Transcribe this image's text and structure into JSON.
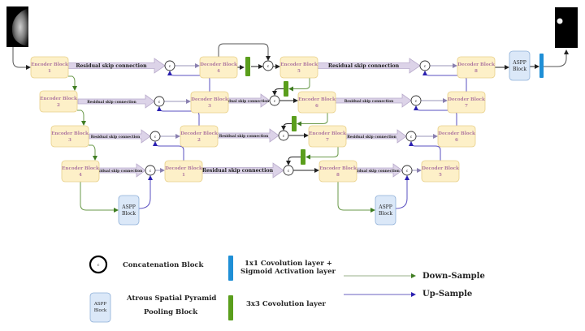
{
  "title": "Encoder-decoder segmentation network with residual skip connections and ASPP",
  "blocks": {
    "encoders": [
      {
        "label": "Encoder Block",
        "num": "1"
      },
      {
        "label": "Encoder Block",
        "num": "2"
      },
      {
        "label": "Encoder Block",
        "num": "3"
      },
      {
        "label": "Encoder Block",
        "num": "4"
      },
      {
        "label": "Encoder Block",
        "num": "5"
      },
      {
        "label": "Encoder Block",
        "num": "6"
      },
      {
        "label": "Encoder Block",
        "num": "7"
      },
      {
        "label": "Encoder Block",
        "num": "8"
      }
    ],
    "decoders": [
      {
        "label": "Decoder Block",
        "num": "1"
      },
      {
        "label": "Decoder Block",
        "num": "2"
      },
      {
        "label": "Decoder Block",
        "num": "3"
      },
      {
        "label": "Decoder Block",
        "num": "4"
      },
      {
        "label": "Decoder Block",
        "num": "5"
      },
      {
        "label": "Decoder Block",
        "num": "6"
      },
      {
        "label": "Decoder Block",
        "num": "7"
      },
      {
        "label": "Decoder Block",
        "num": "8"
      }
    ],
    "aspp": {
      "line1": "ASPP",
      "line2": "Block"
    },
    "concat_symbol": "c"
  },
  "skip_label": "Residual skip connection",
  "legend": {
    "concat": "Concatenation Block",
    "aspp_line1": "Atrous Spatial Pyramid",
    "aspp_line2": "Pooling Block",
    "conv1x1_line1": "1x1 Covolution layer +",
    "conv1x1_line2": "Sigmoid Activation layer",
    "conv3x3": "3x3  Covolution layer",
    "down": "Down-Sample",
    "up": "Up-Sample"
  },
  "colors": {
    "block_fill": "#fdf0c8",
    "block_stroke": "#e8d08a",
    "block_text": "#b07aa1",
    "aspp_fill": "#dbe8f8",
    "aspp_stroke": "#8fb0d8",
    "skip_fill": "#dcd3e8",
    "skip_stroke": "#b8aacb",
    "down_arrow": "#4e8a2e",
    "up_arrow": "#4b3fb0",
    "conv3x3": "#5a9e1c",
    "conv1x1": "#1f8fd6",
    "line": "#555555"
  }
}
